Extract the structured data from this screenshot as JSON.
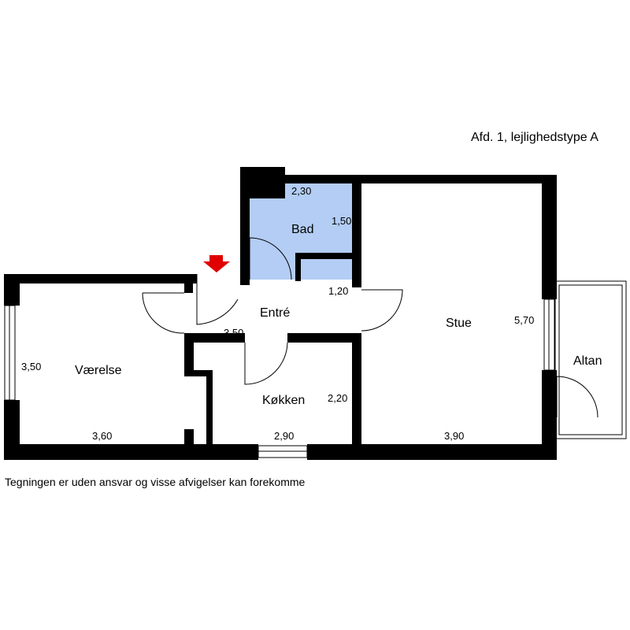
{
  "title": "Afd. 1, lejlighedstype A",
  "disclaimer": "Tegningen er uden ansvar og visse afvigelser kan forekomme",
  "colors": {
    "wall": "#000000",
    "bathroom": "#b3cdf5",
    "entrance_arrow": "#e00000"
  },
  "rooms": {
    "bad": "Bad",
    "entre": "Entré",
    "stue": "Stue",
    "vaerelse": "Værelse",
    "kokken": "Køkken",
    "altan": "Altan"
  },
  "dimensions": {
    "bad_width": "2,30",
    "bad_depth": "1,50",
    "entre_depth": "1,20",
    "entre_width": "3,50",
    "stue_depth": "5,70",
    "stue_width": "3,90",
    "vaerelse_depth": "3,50",
    "vaerelse_width": "3,60",
    "kokken_depth": "2,20",
    "kokken_width": "2,90"
  }
}
